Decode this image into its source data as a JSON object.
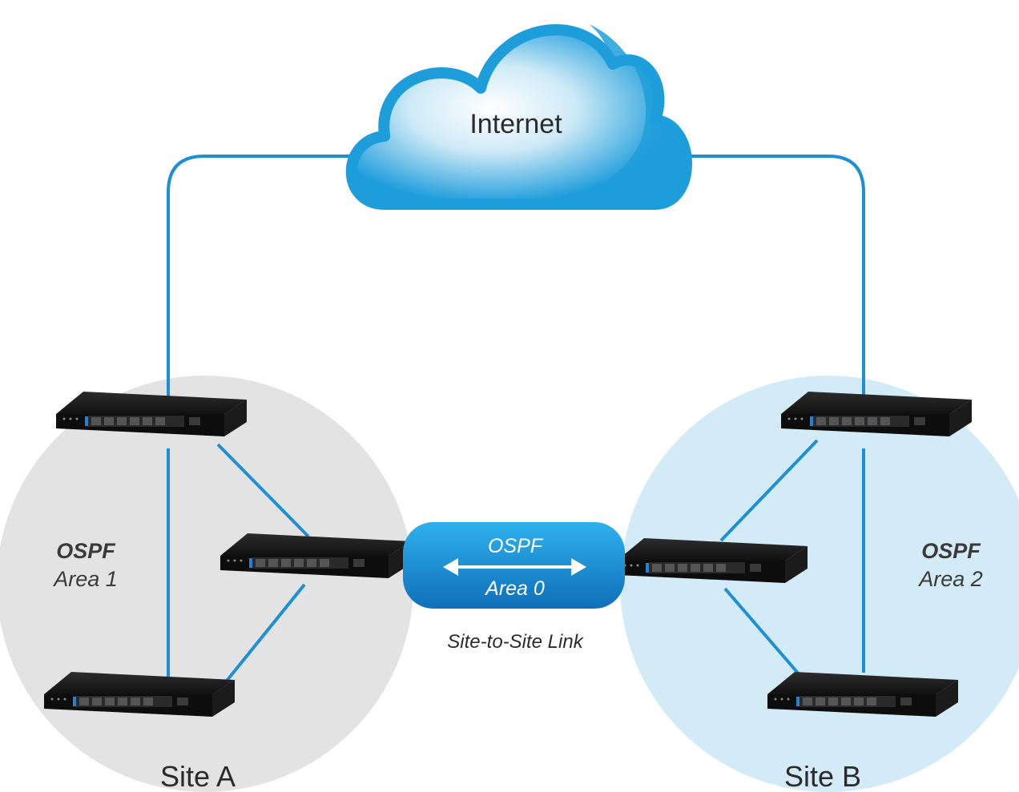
{
  "internet": {
    "label": "Internet"
  },
  "site_a": {
    "label": "Site A",
    "area_protocol": "OSPF",
    "area_name": "Area 1",
    "router_count": 3
  },
  "site_b": {
    "label": "Site B",
    "area_protocol": "OSPF",
    "area_name": "Area 2",
    "router_count": 3
  },
  "backbone": {
    "protocol": "OSPF",
    "area_name": "Area 0",
    "caption": "Site-to-Site Link"
  },
  "colors": {
    "link_line": "#1d8fd6",
    "cloud_fill": "#1e9ddb",
    "site_a_zone": "#e3e3e3",
    "site_b_zone": "#d2ebf6",
    "router_body": "#161616"
  },
  "icons": {
    "cloud": "cloud-icon",
    "router": "router-icon",
    "bidirectional_arrow": "double-arrow-icon"
  }
}
